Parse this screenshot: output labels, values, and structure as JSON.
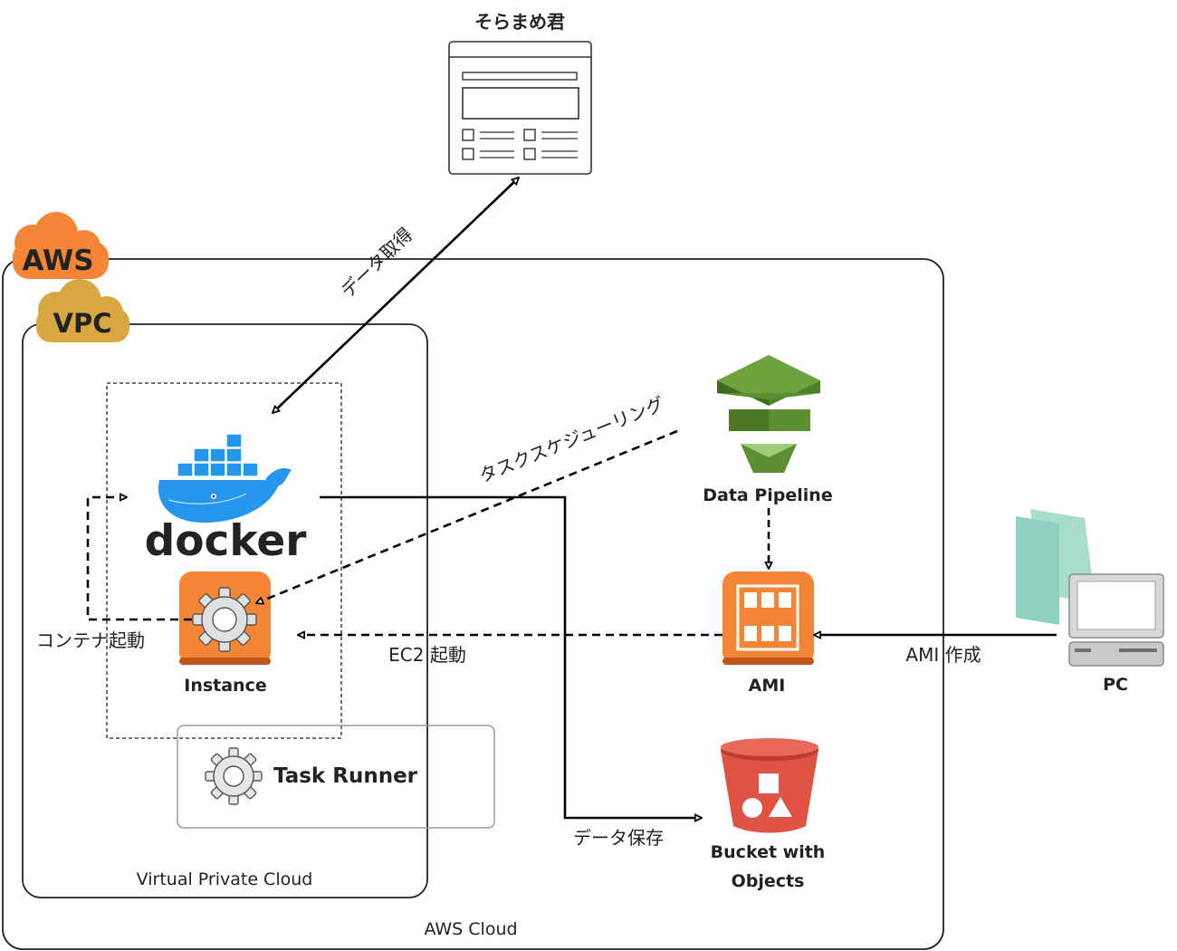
{
  "nodes": {
    "soramame": {
      "label": "そらまめ君"
    },
    "aws_badge": {
      "label": "AWS"
    },
    "vpc_badge": {
      "label": "VPC"
    },
    "docker": {
      "label": "docker"
    },
    "instance": {
      "label": "Instance"
    },
    "task_runner": {
      "label": "Task Runner"
    },
    "data_pipeline": {
      "label": "Data Pipeline"
    },
    "ami": {
      "label": "AMI"
    },
    "pc": {
      "label": "PC"
    },
    "bucket": {
      "label_line1": "Bucket with",
      "label_line2": "Objects"
    }
  },
  "groups": {
    "aws_cloud": {
      "label": "AWS Cloud"
    },
    "vpc": {
      "label": "Virtual Private Cloud"
    }
  },
  "edges": {
    "data_fetch": {
      "label": "データ取得"
    },
    "task_scheduling": {
      "label": "タスクスケジューリング"
    },
    "container_start": {
      "label": "コンテナ起動"
    },
    "ec2_start": {
      "label": "EC2 起動"
    },
    "ami_create": {
      "label": "AMI 作成"
    },
    "data_save": {
      "label": "データ保存"
    }
  },
  "colors": {
    "aws_orange": "#f58536",
    "vpc_gold": "#d9a741",
    "docker_blue": "#2496ed",
    "docker_text": "#394d54",
    "pipeline_green": "#5b8f32",
    "s3_red": "#e05243",
    "pc_teal": "#8fd1c0"
  }
}
